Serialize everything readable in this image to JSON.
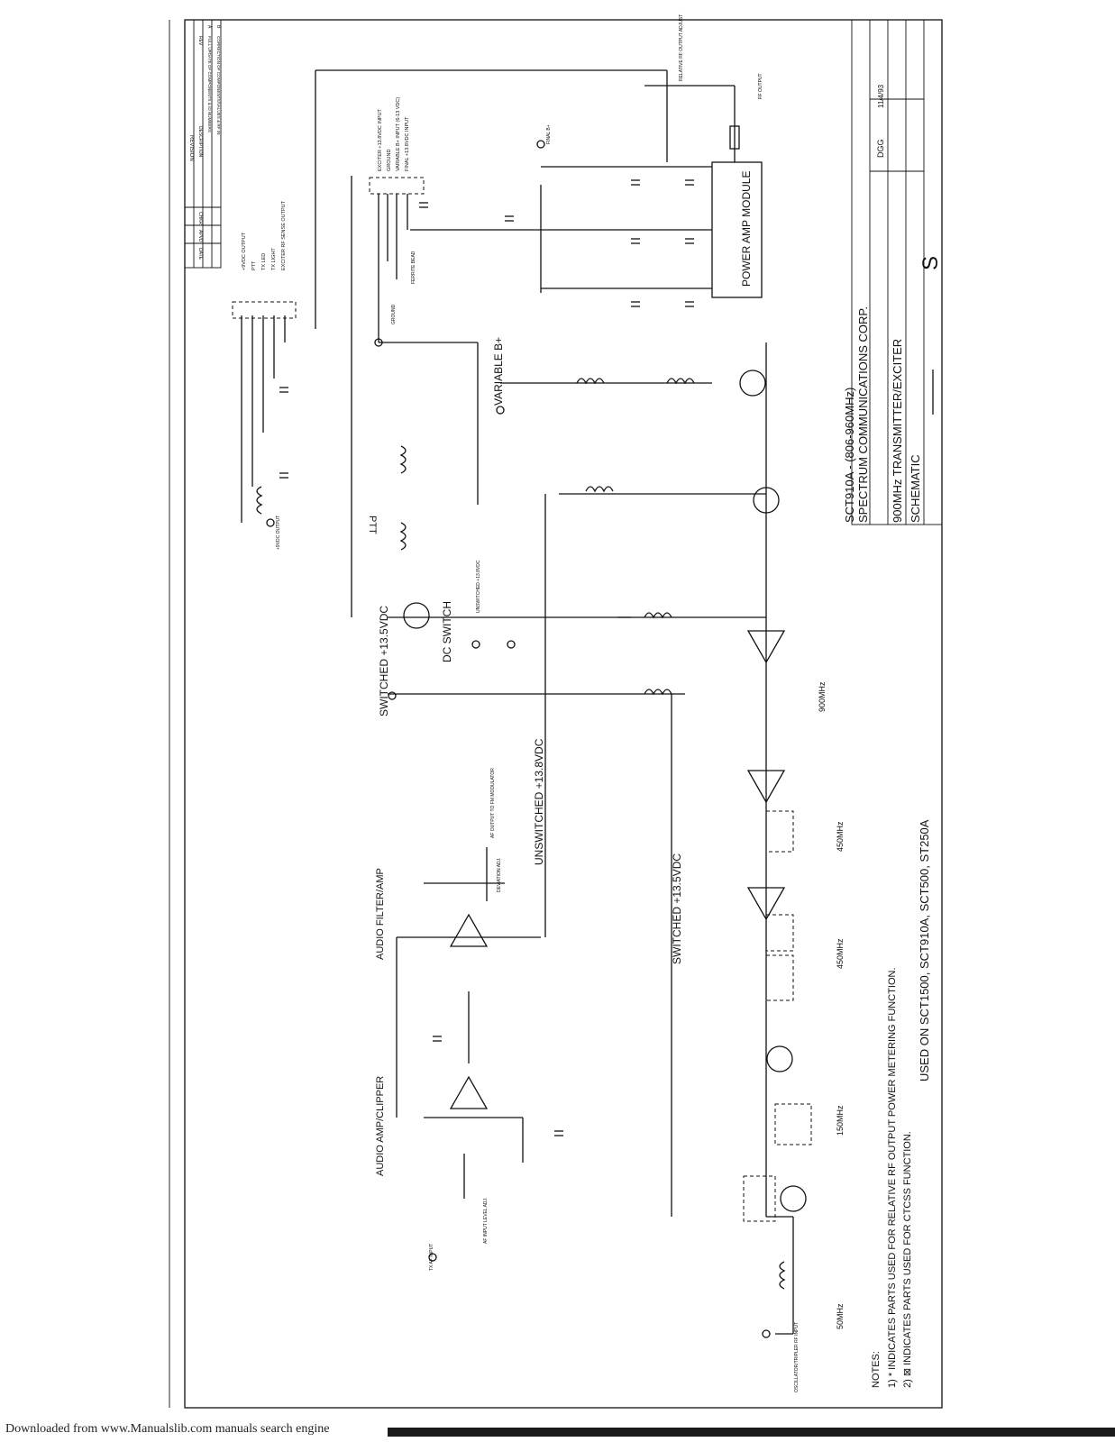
{
  "title_block": {
    "model": "SCT910A - (806-960MHz)",
    "company": "SPECTRUM COMMUNICATIONS CORP.",
    "title_line1": "900MHz TRANSMITTER/EXCITER",
    "title_line2": "SCHEMATIC",
    "used_on": "USED ON SCT1500, SCT910A, SCT500, ST250A",
    "drawn_by": "DGG",
    "date": "11/4/93"
  },
  "revision_table": {
    "header": "REVISION",
    "columns": [
      "REV",
      "DESCRIPTION",
      "CHKR",
      "APVD",
      "DATE"
    ],
    "rows": [
      [
        "A",
        "FULL UPDATE OF COMPONENTS & ID NUMBERS",
        "",
        "",
        ""
      ],
      [
        "B",
        "CORRECTION OF COMPONENTS/VALUES & RF IN",
        "",
        "",
        ""
      ]
    ]
  },
  "notes": {
    "heading": "NOTES:",
    "items": [
      "1) * INDICATES PARTS USED FOR RELATIVE RF OUTPUT POWER METERING FUNCTION.",
      "2) ⊠ INDICATES PARTS USED FOR CTCSS FUNCTION."
    ]
  },
  "section_labels": {
    "audio_amp_clipper": "AUDIO AMP/CLIPPER",
    "audio_filter_amp": "AUDIO FILTER/AMP",
    "unswitched": "UNSWITCHED +13.8VDC",
    "switched_left": "SWITCHED +13.5VDC",
    "switched_top": "SWITCHED +13.5VDC",
    "dc_switch": "DC SWITCH",
    "variable_b": "VARIABLE B+",
    "power_amp": "POWER AMP MODULE",
    "ptt": "PTT",
    "freq_50": "50MHz",
    "freq_150": "150MHz",
    "freq_450a": "450MHz",
    "freq_450b": "450MHz",
    "freq_900": "900MHz"
  },
  "connectors": {
    "j207": [
      "EXCITER +13.8VDC INPUT",
      "GROUND",
      "VARIABLE B+ INPUT (6-13 VDC)",
      "FINAL +13.8VDC INPUT"
    ],
    "j206": [
      "+9VDC OUTPUT",
      "PTT",
      "TX LED",
      "TX LIGHT",
      "EXCITER RF SENSE OUTPUT"
    ],
    "af_out": "AF OUTPUT TO FM MODULATOR",
    "rf_out": "RF OUTPUT",
    "osc_in": "OSCILLATOR/TRIPLER RF INPUT",
    "tx_af_in": "TX AF INPUT",
    "rel_adj": "RELATIVE RF OUTPUT ADJUST",
    "dev_adj": "DEVIATION ADJ.",
    "af_level": "AF INPUT LEVEL ADJ.",
    "pwr_9v": "+9VDC OUTPUT",
    "final_b": "FINAL B+",
    "ground": "GROUND",
    "ferrite": "FERRITE BEAD",
    "unsw_13": "UNSWITCHED +13.8VDC"
  },
  "footer": {
    "text": "Downloaded from www.Manualslib.com manuals search engine"
  },
  "side_mark": "S"
}
